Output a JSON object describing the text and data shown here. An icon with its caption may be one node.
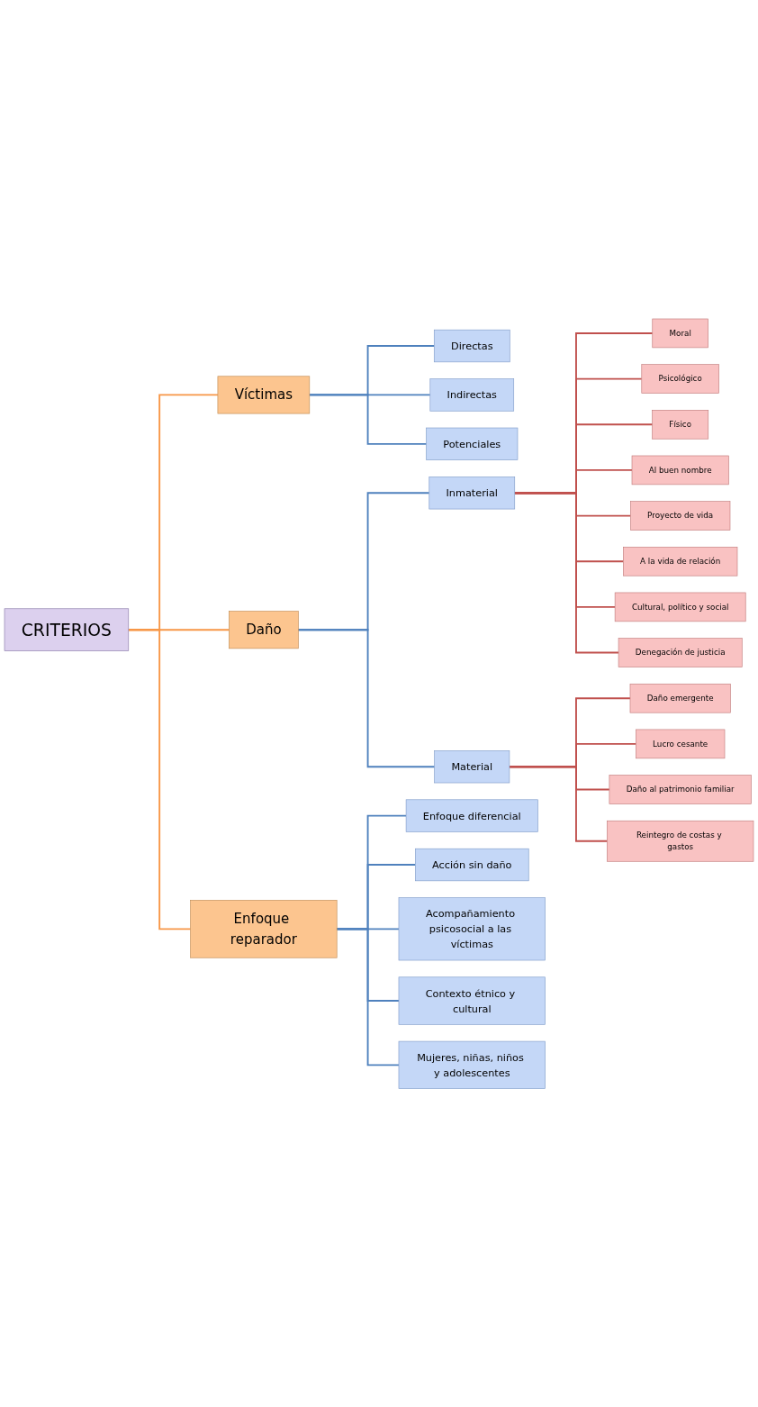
{
  "diagram": {
    "nodes": [
      {
        "text": [
          "CRITERIOS"
        ]
      },
      {
        "text": [
          "Víctimas"
        ]
      },
      {
        "text": [
          "Directas"
        ]
      },
      {
        "text": [
          "Indirectas"
        ]
      },
      {
        "text": [
          "Potenciales"
        ]
      },
      {
        "text": [
          "Daño"
        ]
      },
      {
        "text": [
          "Inmaterial"
        ]
      },
      {
        "text": [
          "Moral"
        ]
      },
      {
        "text": [
          "Psicológico"
        ]
      },
      {
        "text": [
          "Físico"
        ]
      },
      {
        "text": [
          "Al buen nombre"
        ]
      },
      {
        "text": [
          "Proyecto de vida"
        ]
      },
      {
        "text": [
          "A la vida de relación"
        ]
      },
      {
        "text": [
          "Cultural, político y social"
        ]
      },
      {
        "text": [
          "Denegación de justicia"
        ]
      },
      {
        "text": [
          "Material"
        ]
      },
      {
        "text": [
          "Daño emergente"
        ]
      },
      {
        "text": [
          "Lucro cesante"
        ]
      },
      {
        "text": [
          "Daño al patrimonio familiar"
        ]
      },
      {
        "text": [
          "Reintegro de costas y gastos"
        ]
      },
      {
        "text": [
          "Enfoque reparador"
        ]
      },
      {
        "text": [
          "Enfoque diferencial"
        ]
      },
      {
        "text": [
          "Acción sin daño"
        ]
      },
      {
        "text": [
          "Acompañamiento psicosocial a las víctimas"
        ]
      },
      {
        "text": [
          "Contexto étnico y cultural"
        ]
      },
      {
        "text": [
          "Mujeres, niñas, niños y adolescentes"
        ]
      }
    ],
    "edges": [
      {
        "from": 0,
        "to": 1,
        "arrow": "none",
        "color": "#f79646"
      },
      {
        "from": 1,
        "to": 2,
        "arrow": "none",
        "color": "#4f81bd"
      },
      {
        "from": 1,
        "to": 3,
        "arrow": "none",
        "color": "#4f81bd"
      },
      {
        "from": 1,
        "to": 4,
        "arrow": "none",
        "color": "#4f81bd"
      },
      {
        "from": 0,
        "to": 5,
        "arrow": "none",
        "color": "#f79646"
      },
      {
        "from": 5,
        "to": 6,
        "arrow": "none",
        "color": "#4f81bd"
      },
      {
        "from": 6,
        "to": 7,
        "arrow": "none"
      },
      {
        "from": 6,
        "to": 8,
        "arrow": "none"
      },
      {
        "from": 6,
        "to": 9,
        "arrow": "none"
      },
      {
        "from": 6,
        "to": 10,
        "arrow": "none"
      },
      {
        "from": 6,
        "to": 11,
        "arrow": "none"
      },
      {
        "from": 6,
        "to": 12,
        "arrow": "none"
      },
      {
        "from": 6,
        "to": 13,
        "arrow": "none"
      },
      {
        "from": 6,
        "to": 14,
        "arrow": "none"
      },
      {
        "from": 5,
        "to": 15,
        "arrow": "none",
        "color": "#4f81bd"
      },
      {
        "from": 15,
        "to": 16,
        "arrow": "none"
      },
      {
        "from": 15,
        "to": 17,
        "arrow": "none"
      },
      {
        "from": 15,
        "to": 18,
        "arrow": "none"
      },
      {
        "from": 15,
        "to": 19,
        "arrow": "none"
      },
      {
        "from": 0,
        "to": 20,
        "arrow": "none",
        "color": "#f79646"
      },
      {
        "from": 20,
        "to": 21,
        "arrow": "none",
        "color": "#4f81bd"
      },
      {
        "from": 20,
        "to": 22,
        "arrow": "none",
        "color": "#4f81bd"
      },
      {
        "from": 20,
        "to": 23,
        "arrow": "none",
        "color": "#4f81bd"
      },
      {
        "from": 20,
        "to": 24,
        "arrow": "none",
        "color": "#4f81bd"
      },
      {
        "from": 20,
        "to": 25,
        "arrow": "none",
        "color": "#4f81bd"
      }
    ]
  }
}
